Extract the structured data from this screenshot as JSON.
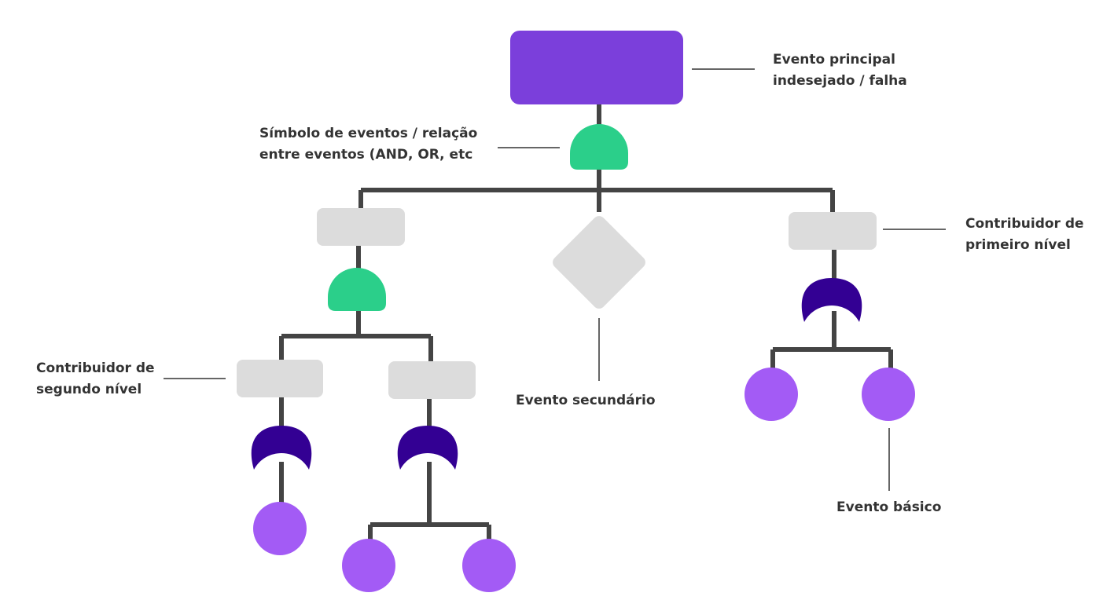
{
  "colors": {
    "top_event": "#7b3fdb",
    "and_gate": "#2bcf8a",
    "or_gate": "#330093",
    "box": "#dcdcdc",
    "basic_event": "#a35bf5",
    "connector": "#444444",
    "leader_line": "#333333",
    "text": "#333333"
  },
  "labels": {
    "top_event": [
      "Evento principal",
      "indesejado / falha"
    ],
    "gate_symbol": [
      "Símbolo de eventos / relação",
      "entre eventos (AND, OR, etc"
    ],
    "first_level": [
      "Contribuidor de",
      "primeiro nível"
    ],
    "second_level": [
      "Contribuidor de",
      "segundo nível"
    ],
    "secondary_event": "Evento secundário",
    "basic_event": "Evento básico"
  }
}
